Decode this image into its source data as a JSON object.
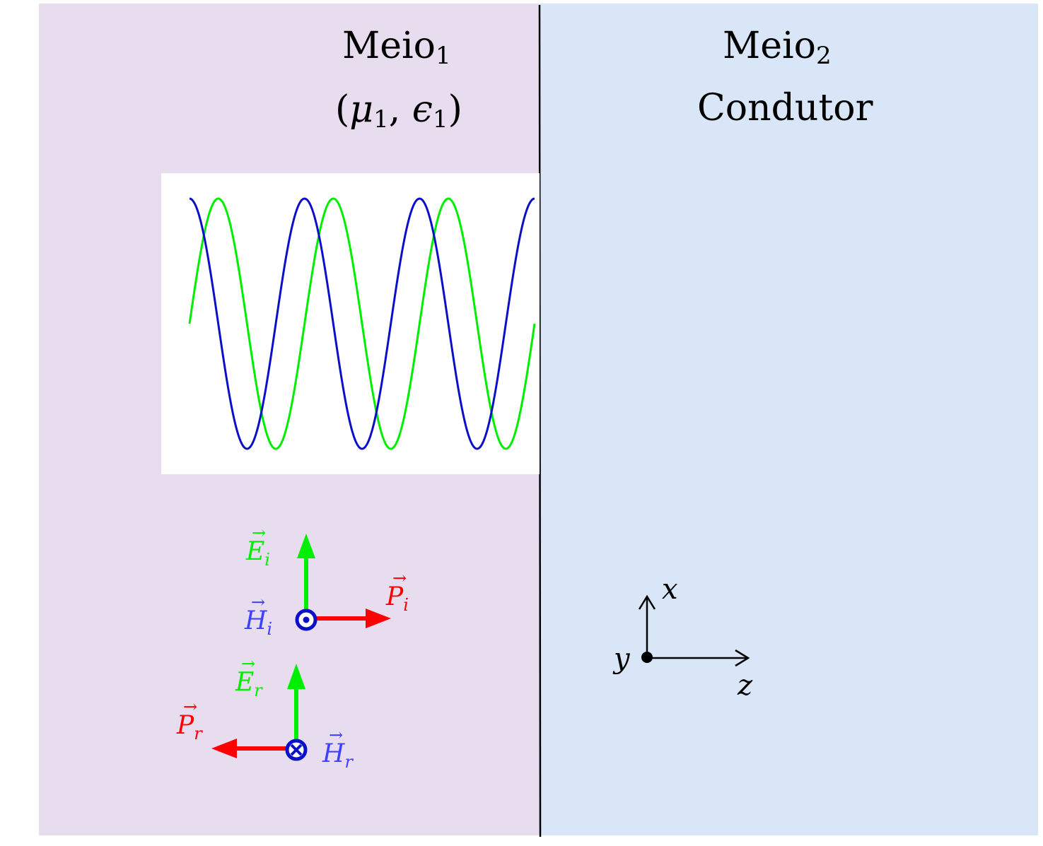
{
  "colors": {
    "medium1_bg": "#e8dcef",
    "medium2_bg": "#d8e6f8",
    "e_field": "#00ee00",
    "h_field": "#0b10c8",
    "h_label": "#4040ff",
    "poynting": "#ff0000",
    "wave_box_bg": "#ffffff",
    "axis": "#000000"
  },
  "medium1": {
    "name": "Meio",
    "name_sub": "1",
    "params_open": "(",
    "mu": "μ",
    "mu_sub": "1",
    "comma": ", ",
    "eps": "ϵ",
    "eps_sub": "1",
    "params_close": ")"
  },
  "medium2": {
    "name": "Meio",
    "name_sub": "2",
    "material": "Condutor"
  },
  "waves": {
    "description_icon": "sine-wave-icon",
    "cycles": 3,
    "series": [
      {
        "field": "E",
        "color_key": "e_field",
        "phase": 0.0
      },
      {
        "field": "H",
        "color_key": "h_field",
        "phase": 0.25
      }
    ]
  },
  "incident": {
    "E_letter": "E",
    "E_sub": "i",
    "H_letter": "H",
    "H_sub": "i",
    "P_letter": "P",
    "P_sub": "i",
    "H_symbol_icon": "out-of-page-dot-icon"
  },
  "reflected": {
    "E_letter": "E",
    "E_sub": "r",
    "H_letter": "H",
    "H_sub": "r",
    "P_letter": "P",
    "P_sub": "r",
    "H_symbol_icon": "into-page-cross-icon"
  },
  "axes": {
    "x_label": "x",
    "y_label": "y",
    "z_label": "z"
  },
  "arrow_glyph": "→"
}
